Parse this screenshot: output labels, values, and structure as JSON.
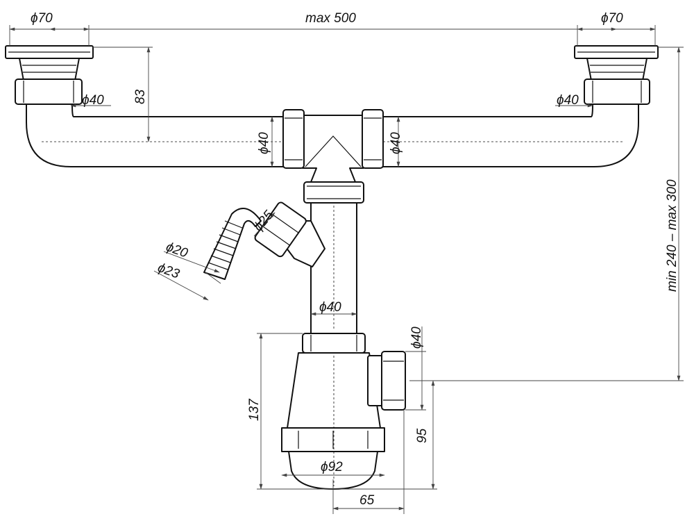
{
  "colors": {
    "ink": "#111111",
    "dimension": "#444444",
    "background": "#ffffff"
  },
  "labels": {
    "drain_left_diameter": "ϕ70",
    "drain_right_diameter": "ϕ70",
    "overall_width": "max 500",
    "drain_height": "83",
    "left_outlet_diameter": "ϕ40",
    "right_outlet_diameter": "ϕ40",
    "tee_left_diameter": "ϕ40",
    "tee_right_diameter": "ϕ40",
    "side_nipple_diameter": "ϕ25",
    "hose_inner_diameter": "ϕ20",
    "hose_outer_diameter": "ϕ23",
    "vertical_pipe_diameter": "ϕ40",
    "trap_outlet_diameter": "ϕ40",
    "height_range": "min 240 – max 300",
    "trap_height": "137",
    "outlet_height": "95",
    "trap_bowl_diameter": "ϕ92",
    "outlet_offset": "65"
  }
}
